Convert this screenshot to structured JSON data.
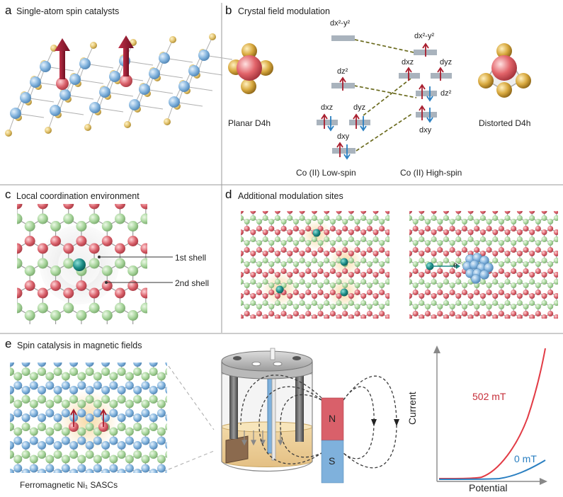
{
  "panels": {
    "a": {
      "letter": "a",
      "title": "Single-atom spin catalysts"
    },
    "b": {
      "letter": "b",
      "title": "Crystal field modulation",
      "left_label": "Planar D4h",
      "right_label": "Distorted D4h",
      "low_spin_label": "Co (II) Low-spin",
      "high_spin_label": "Co (II) High-spin",
      "orbitals": {
        "dx2y2": "dx²-y²",
        "dz2": "dz²",
        "dxz": "dxz",
        "dyz": "dyz",
        "dxy": "dxy"
      }
    },
    "c": {
      "letter": "c",
      "title": "Local coordination environment",
      "shell1": "1st shell",
      "shell2": "2nd shell"
    },
    "d": {
      "letter": "d",
      "title": "Additional modulation sites",
      "electron_label": "e⁻"
    },
    "e": {
      "letter": "e",
      "title": "Spin catalysis in magnetic fields",
      "ni_label": "Ferromagnetic Ni₁ SASCs",
      "magnet_n": "N",
      "magnet_s": "S",
      "curve_high": "502 mT",
      "curve_low": "0 mT",
      "y_axis": "Current",
      "x_axis": "Potential"
    }
  },
  "colors": {
    "red_atom": "#d9606a",
    "green_atom": "#a6d49a",
    "blue_atom": "#7fb1dc",
    "teal_atom": "#1b8c86",
    "gold_atom": "#e0c069",
    "spin_red": "#a81c2c",
    "spin_blue": "#2a7fc1",
    "orbital": "#a9b3bd"
  }
}
